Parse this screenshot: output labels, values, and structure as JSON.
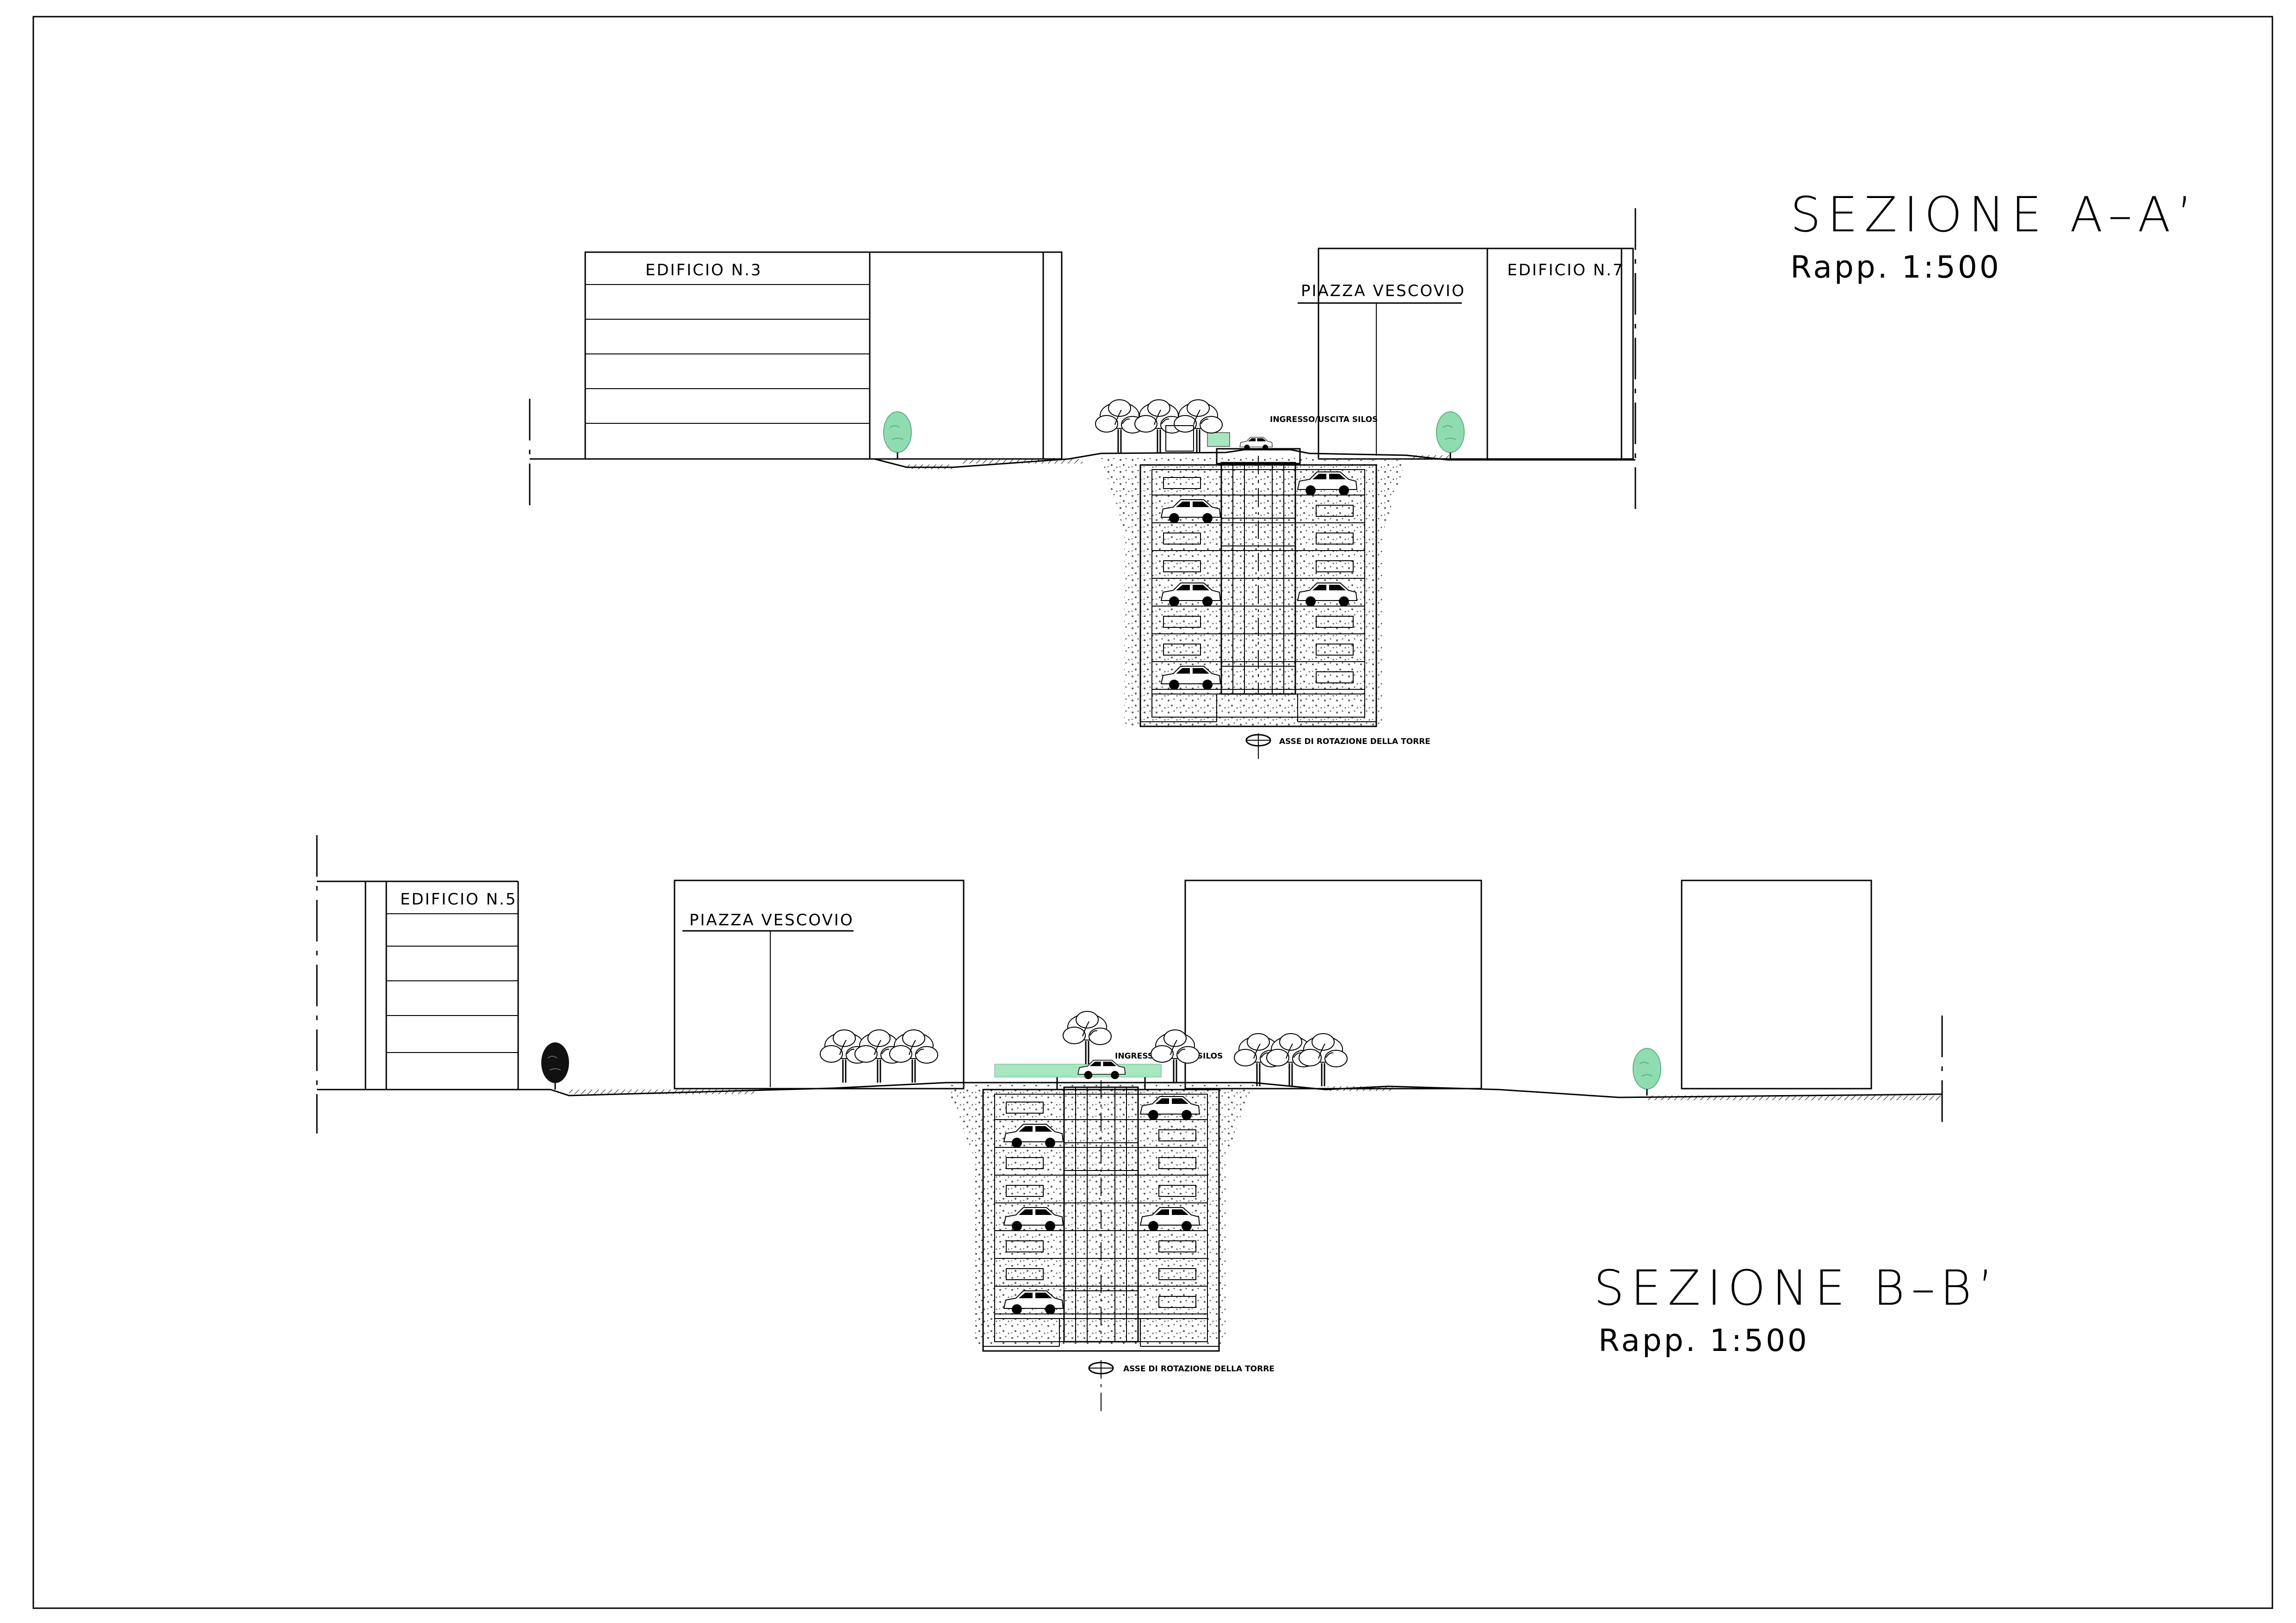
{
  "sections": [
    {
      "id": "a",
      "title": "SEZIONE A–A’",
      "scale": "Rapp. 1:500",
      "labels": {
        "building_left": "EDIFICIO N.3",
        "building_right": "EDIFICIO N.7",
        "square": "PIAZZA VESCOVIO",
        "entrance": "INGRESSO/USCITA SILOS",
        "axis": "ASSE DI ROTAZIONE DELLA TORRE"
      }
    },
    {
      "id": "b",
      "title": "SEZIONE B–B’",
      "scale": "Rapp. 1:500",
      "labels": {
        "building_left": "EDIFICIO N.5",
        "square": "PIAZZA VESCOVIO",
        "entrance": "INGRESSO/USCITA SILOS",
        "axis": "ASSE DI ROTAZIONE DELLA TORRE"
      }
    }
  ],
  "colors": {
    "line": "#000000",
    "tree_green": "#8fdcb0",
    "green_strip": "#a8e6c0",
    "soil_dots": "#555555"
  },
  "icons": [
    "tree-icon",
    "car-icon",
    "rotation-axis-icon"
  ]
}
